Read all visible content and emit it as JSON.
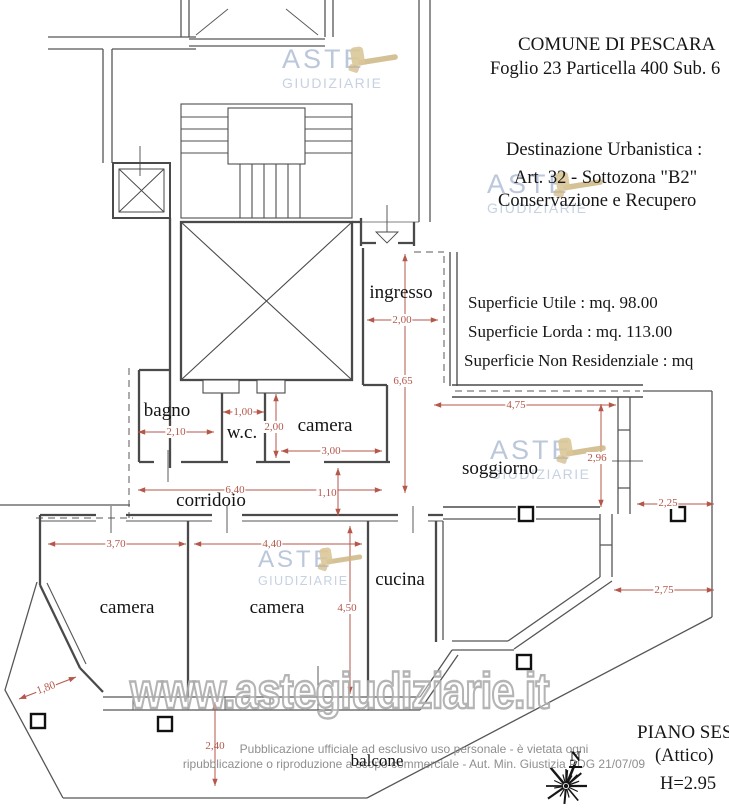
{
  "document": {
    "municipality": "COMUNE DI PESCARA",
    "cadastre": "Foglio 23 Particella 400 Sub. 6",
    "urbanistica_title": "Destinazione Urbanistica :",
    "urbanistica_line1": "Art. 32 - Sottozona \"B2\"",
    "urbanistica_line2": "Conservazione e Recupero",
    "superficie_utile": "Superficie Utile : mq. 98.00",
    "superficie_lorda": "Superficie Lorda : mq. 113.00",
    "superficie_non_residenziale": "Superficie Non Residenziale : mq",
    "floor_line1": "PIANO SES",
    "floor_line2": "(Attico)",
    "floor_height": "H=2.95",
    "disclaimer_line1": "Pubblicazione ufficiale ad esclusivo uso personale - è vietata ogni",
    "disclaimer_line2": "ripubblicazione o riproduzione a scopo commerciale - Aut. Min. Giustizia PDG 21/07/09",
    "compass_label": "N"
  },
  "rooms": {
    "ingresso": "ingresso",
    "bagno": "bagno",
    "wc": "w.c.",
    "camera1": "camera",
    "soggiorno": "soggiorno",
    "corridoio": "corridoio",
    "camera2": "camera",
    "camera3": "camera",
    "cucina": "cucina",
    "balcone": "balcone"
  },
  "dimensions": {
    "ingresso_w": "2,00",
    "ingresso_h": "6,65",
    "wc_w": "1,00",
    "wc_h": "2,00",
    "camera1_w": "3,00",
    "bagno_w": "2,10",
    "corridoio_w": "6,40",
    "corridoio_h": "1,10",
    "soggiorno_w": "4,75",
    "soggiorno_h": "2,96",
    "terrazzo_est": "2,25",
    "terrazzo_sud": "2,75",
    "camera2_w": "3,70",
    "camera3_w": "4,40",
    "camera3_h": "4,50",
    "balcone_ovest": "1,80",
    "balcone_sud": "2,40"
  },
  "watermark": {
    "brand_line1": "ASTE",
    "brand_line2": "GIUDIZIARIE",
    "website": "www.astegiudiziarie.it"
  },
  "colors": {
    "dimension": "#b5574a",
    "wall": "#4a4a4a",
    "watermark_text": "#8da2c1",
    "gavel": "#d8c49e",
    "disclaimer": "#8f8f8f"
  }
}
